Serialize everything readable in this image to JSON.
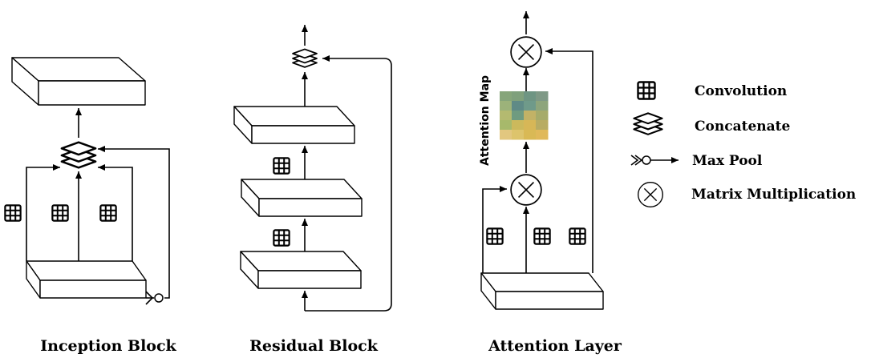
{
  "captions": {
    "inception": "Inception Block",
    "residual": "Residual Block",
    "attention": "Attention Layer"
  },
  "attention_map_label": "Attention Map",
  "legend": [
    {
      "icon": "convolution-icon",
      "label": "Convolution"
    },
    {
      "icon": "concatenate-icon",
      "label": "Concatenate"
    },
    {
      "icon": "max-pool-icon",
      "label": "Max Pool"
    },
    {
      "icon": "matrix-multiplication-icon",
      "label": "Matrix Multiplication"
    }
  ],
  "attention_map_colors": [
    [
      "#86a57a",
      "#7fa07c",
      "#6e9583",
      "#7e9986"
    ],
    [
      "#9cb27a",
      "#5f8a86",
      "#6f9a8a",
      "#8da57c"
    ],
    [
      "#b4ba70",
      "#6f9b80",
      "#c2b266",
      "#a6ab6a"
    ],
    [
      "#a7b96b",
      "#ccb95c",
      "#d7b757",
      "#b8ac63"
    ],
    [
      "#e2c77f",
      "#ddc46c",
      "#d9b955",
      "#e0b95a"
    ]
  ]
}
